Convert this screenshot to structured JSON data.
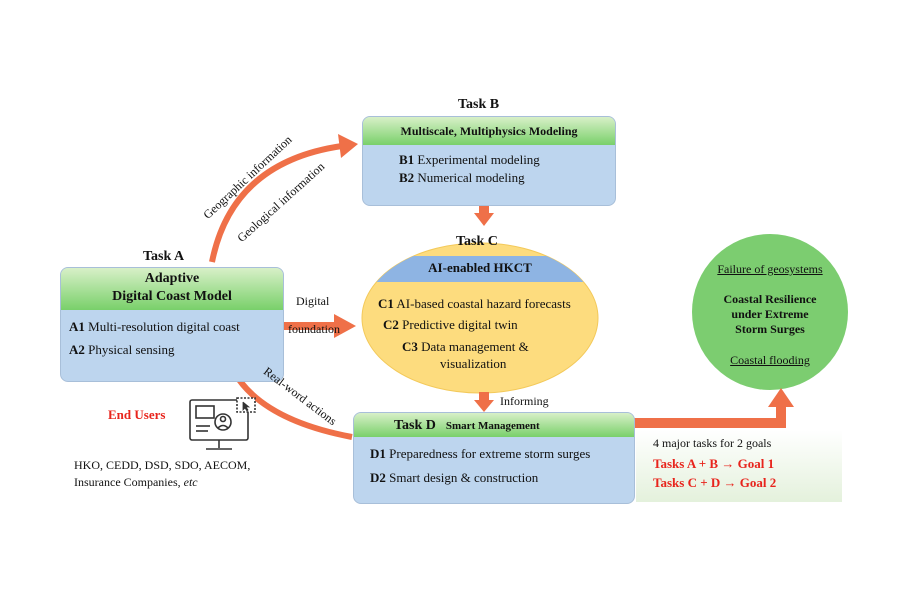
{
  "colors": {
    "arrow": "#ef7048",
    "box_fill": "#bdd5ee",
    "head_green": "#79d06a",
    "circle_yellow": "#fddc7e",
    "circle_band": "#8eb4e3",
    "goal_circle": "#7ccd70",
    "goal_red": "#e8241c",
    "end_users_red": "#e8241c"
  },
  "task_a": {
    "label": "Task A",
    "title_line1": "Adaptive",
    "title_line2": "Digital Coast Model",
    "items": [
      {
        "code": "A1",
        "text": " Multi-resolution digital coast"
      },
      {
        "code": "A2",
        "text": " Physical sensing"
      }
    ]
  },
  "task_b": {
    "label": "Task B",
    "title": "Multiscale, Multiphysics Modeling",
    "items": [
      {
        "code": "B1",
        "text": " Experimental modeling"
      },
      {
        "code": "B2",
        "text": " Numerical modeling"
      }
    ]
  },
  "task_c": {
    "label": "Task C",
    "title": "AI-enabled HKCT",
    "items": [
      {
        "code": "C1",
        "text": " AI-based coastal hazard forecasts"
      },
      {
        "code": "C2",
        "text": " Predictive digital twin"
      },
      {
        "code": "C3",
        "text": " Data management &",
        "continuation": "visualization"
      }
    ]
  },
  "task_d": {
    "label": "Task D",
    "title": "Smart Management",
    "items": [
      {
        "code": "D1",
        "text": " Preparedness for extreme storm surges"
      },
      {
        "code": "D2",
        "text": " Smart design & construction"
      }
    ]
  },
  "flows": {
    "geographic": "Geographic information",
    "geological": "Geological information",
    "digital_line1": "Digital",
    "digital_line2": "foundation",
    "informing": "Informing",
    "real_world": "Real-word actions"
  },
  "goal_circle": {
    "top": "Failure of geosystems",
    "center_line1": "Coastal Resilience",
    "center_line2": "under Extreme",
    "center_line3": "Storm Surges",
    "bottom": "Coastal flooding"
  },
  "goals_box": {
    "title": "4 major tasks for 2 goals",
    "goal1": "Tasks A + B → Goal 1",
    "goal2": "Tasks C + D → Goal 2"
  },
  "end_users": {
    "label": "End Users",
    "list_line1": "HKO, CEDD, DSD, SDO, AECOM,",
    "list_line2": "Insurance Companies, ",
    "list_etc": "etc"
  },
  "icons": {
    "end_users_icon": "monitor-with-user-icon"
  }
}
